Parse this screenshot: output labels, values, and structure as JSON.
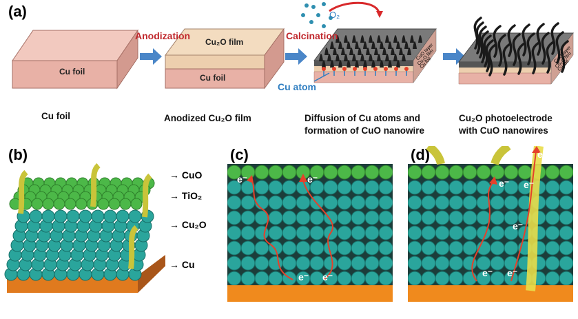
{
  "panel_a": {
    "label": "(a)",
    "block1": {
      "text": "Cu foil"
    },
    "step1": "Anodization",
    "block2": {
      "top": "Cu₂O film",
      "bottom": "Cu foil"
    },
    "step2": "Calcination",
    "o2": "O₂",
    "cu_atom": "Cu atom",
    "block3_layers": [
      "CuO layer",
      "Cu₂O film",
      "Cu foil"
    ],
    "block4_layers": [
      "CuO layer",
      "Cu₂O film",
      "Cu foil"
    ],
    "captions": [
      [
        "Cu foil"
      ],
      [
        "Anodized Cu₂O film"
      ],
      [
        "Diffusion of Cu atoms and",
        "formation of CuO nanowire"
      ],
      [
        "Cu₂O photoelectrode",
        "with CuO nanowires"
      ]
    ]
  },
  "panel_b": {
    "label": "(b)",
    "arrows": [
      "→ CuO",
      "→ TiO₂",
      "→ Cu₂O",
      "→ Cu"
    ]
  },
  "panel_c": {
    "label": "(c)",
    "electron": "e⁻"
  },
  "panel_d": {
    "label": "(d)",
    "electron": "e⁻"
  },
  "colors": {
    "cu": "#e07a1e",
    "cu2o": "#2aa59c",
    "tio2": "#4cb848",
    "cuo_nanowire": "#c9c43a",
    "step_text": "#c0282d",
    "arrow": "#4a86c8"
  }
}
